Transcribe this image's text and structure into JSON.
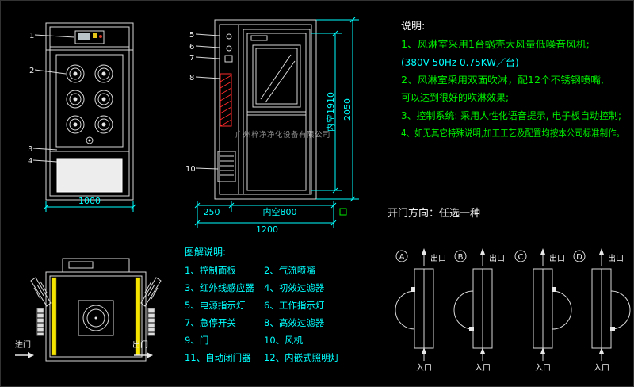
{
  "colors": {
    "background": "#000000",
    "drawing_line": "#d9d9d9",
    "dimension_cyan": "#00ffff",
    "note_green": "#00ef00",
    "filter_red": "#ff2a2a",
    "nozzle_strip_yellow": "#f5e400",
    "watermark_gray": "#8c8c8c"
  },
  "notes": {
    "title": "说明:",
    "line1": "1、风淋室采用1台蜗壳大风量低噪音风机;",
    "line2": "(380V 50Hz 0.75KW／台)",
    "line3": "2、风淋室采用双面吹淋，配12个不锈钢喷嘴,",
    "line4": "可以达到很好的吹淋效果;",
    "line5": "3、控制系统: 采用人性化语音提示, 电子板自动控制;",
    "line6": "4、如无其它特殊说明,加工工艺及配置均按本公司标准制作。"
  },
  "door_direction": {
    "title": "开门方向：任选一种",
    "options": [
      {
        "label": "A",
        "exit": "出口",
        "entry": "入口"
      },
      {
        "label": "B",
        "exit": "出口",
        "entry": "入口"
      },
      {
        "label": "C",
        "exit": "出口",
        "entry": "入口"
      },
      {
        "label": "D",
        "exit": "出口",
        "entry": "入口"
      }
    ]
  },
  "legend": {
    "title": "图解说明:",
    "items": [
      "1、控制面板",
      "2、气流喷嘴",
      "3、红外线感应器",
      "4、初效过滤器",
      "5、电源指示灯",
      "6、工作指示灯",
      "7、急停开关",
      "8、高效过滤器",
      "9、门",
      "10、风机",
      "11、自动闭门器",
      "12、内嵌式照明灯"
    ]
  },
  "dimensions": {
    "front_width": "1000",
    "side_left_depth": "250",
    "side_inner_depth": "内空800",
    "side_total_depth": "1200",
    "side_inner_height": "内空1910",
    "side_total_height": "2050"
  },
  "top_view": {
    "entry_label": "进门",
    "exit_label": "出门"
  },
  "callouts": {
    "front": [
      "1",
      "2",
      "3",
      "4"
    ],
    "side": [
      "5",
      "6",
      "7",
      "8",
      "10"
    ]
  },
  "watermark": "广州梓净净化设备有限公司"
}
